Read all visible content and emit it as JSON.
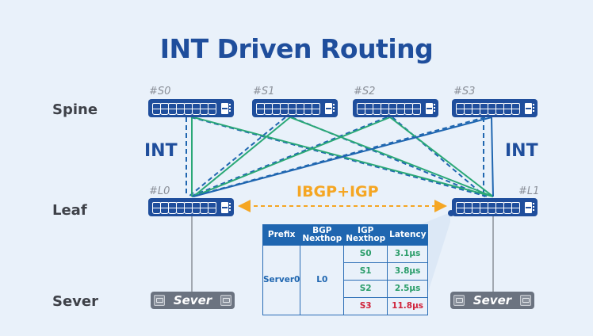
{
  "title": "INT Driven Routing",
  "rows": {
    "spine": "Spine",
    "leaf": "Leaf",
    "server": "Sever"
  },
  "int_labels": {
    "left": "INT",
    "right": "INT"
  },
  "spines": [
    {
      "tag": "#S0"
    },
    {
      "tag": "#S1"
    },
    {
      "tag": "#S2"
    },
    {
      "tag": "#S3"
    }
  ],
  "leaves": [
    {
      "tag": "#L0"
    },
    {
      "tag": "#L1"
    }
  ],
  "servers": [
    {
      "label": "Sever"
    },
    {
      "label": "Sever"
    }
  ],
  "protocol_label": "IBGP+IGP",
  "colors": {
    "primary": "#1f4e9c",
    "int_path_green": "#2aa876",
    "int_path_blue": "#1f66b0",
    "protocol_orange": "#f5a623",
    "bad_latency": "#d0223a"
  },
  "routing_table": {
    "headers": [
      "Prefix",
      "BGP Nexthop",
      "IGP Nexthop",
      "Latency"
    ],
    "prefix": "Server0",
    "bgp_nexthop": "L0",
    "entries": [
      {
        "igp_nexthop": "S0",
        "latency": "3.1μs",
        "status": "good"
      },
      {
        "igp_nexthop": "S1",
        "latency": "3.8μs",
        "status": "good"
      },
      {
        "igp_nexthop": "S2",
        "latency": "2.5μs",
        "status": "good"
      },
      {
        "igp_nexthop": "S3",
        "latency": "11.8μs",
        "status": "bad"
      }
    ]
  }
}
